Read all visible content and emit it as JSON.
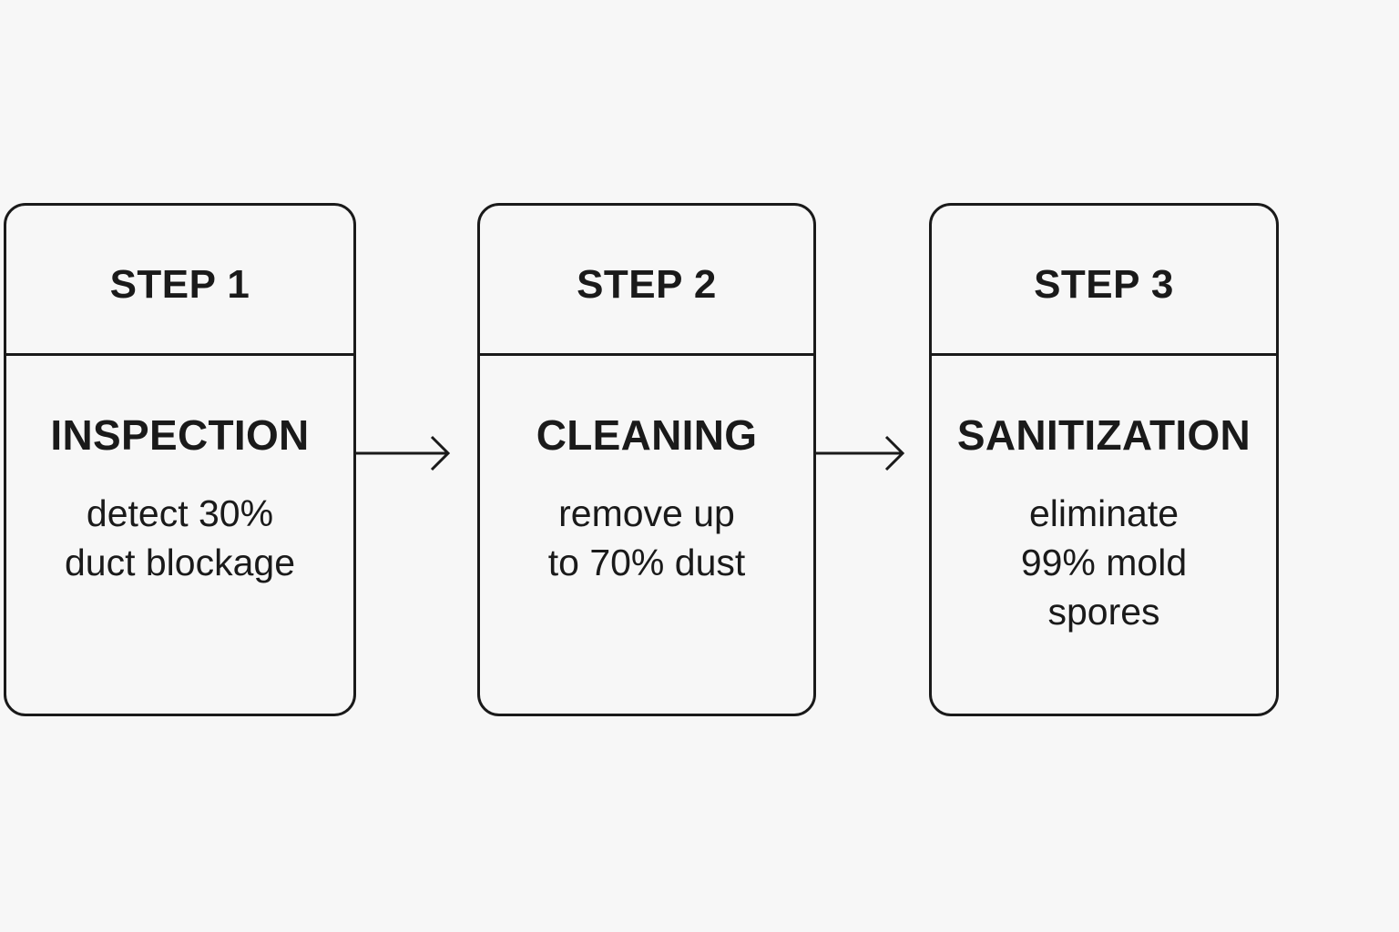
{
  "steps": [
    {
      "label": "STEP 1",
      "title": "INSPECTION",
      "desc_lines": [
        "detect 30%",
        "duct blockage"
      ]
    },
    {
      "label": "STEP 2",
      "title": "CLEANING",
      "desc_lines": [
        "remove up",
        "to 70% dust"
      ]
    },
    {
      "label": "STEP 3",
      "title": "SANITIZATION",
      "desc_lines": [
        "eliminate",
        "99% mold",
        "spores"
      ]
    }
  ],
  "colors": {
    "background": "#f7f7f7",
    "stroke": "#1a1a1a",
    "text": "#1a1a1a"
  },
  "icons": {
    "connector": "arrow-right-icon"
  }
}
